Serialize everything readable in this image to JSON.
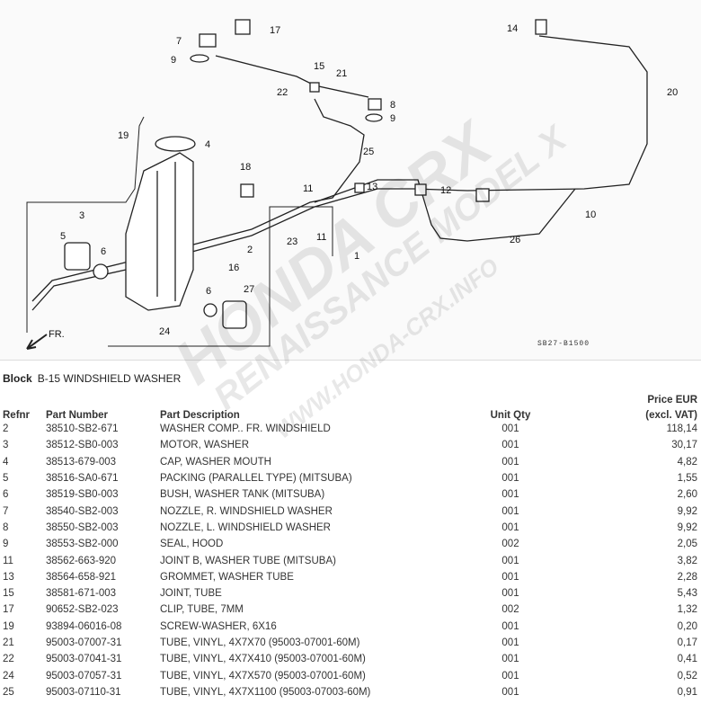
{
  "diagram": {
    "code": "SB27-B1500",
    "front_label": "FR.",
    "callouts": [
      "17",
      "7",
      "9",
      "14",
      "15",
      "21",
      "22",
      "20",
      "8",
      "9",
      "19",
      "4",
      "25",
      "18",
      "13",
      "12",
      "11",
      "3",
      "2",
      "23",
      "11",
      "10",
      "26",
      "5",
      "6",
      "1",
      "16",
      "6",
      "27",
      "24"
    ],
    "watermark": [
      "HONDA CRX",
      "RENAISSANCE MODEL X",
      "WWW.HONDA-CRX.INFO"
    ]
  },
  "block": {
    "label": "Block",
    "name": "B-15 WINDSHIELD WASHER"
  },
  "table": {
    "headers": {
      "refnr": "Refnr",
      "part_number": "Part Number",
      "description": "Part Description",
      "qty": "Unit Qty",
      "price_line1": "Price EUR",
      "price_line2": "(excl. VAT)"
    },
    "rows": [
      [
        "2",
        "38510-SB2-671",
        "WASHER COMP.. FR. WINDSHIELD",
        "001",
        "118,14"
      ],
      [
        "3",
        "38512-SB0-003",
        "MOTOR, WASHER",
        "001",
        "30,17"
      ],
      [
        "4",
        "38513-679-003",
        "CAP, WASHER MOUTH",
        "001",
        "4,82"
      ],
      [
        "5",
        "38516-SA0-671",
        "PACKING (PARALLEL TYPE) (MITSUBA)",
        "001",
        "1,55"
      ],
      [
        "6",
        "38519-SB0-003",
        "BUSH, WASHER TANK (MITSUBA)",
        "001",
        "2,60"
      ],
      [
        "7",
        "38540-SB2-003",
        "NOZZLE, R. WINDSHIELD WASHER",
        "001",
        "9,92"
      ],
      [
        "8",
        "38550-SB2-003",
        "NOZZLE, L. WINDSHIELD WASHER",
        "001",
        "9,92"
      ],
      [
        "9",
        "38553-SB2-000",
        "SEAL, HOOD",
        "002",
        "2,05"
      ],
      [
        "11",
        "38562-663-920",
        "JOINT B, WASHER TUBE (MITSUBA)",
        "001",
        "3,82"
      ],
      [
        "13",
        "38564-658-921",
        "GROMMET, WASHER TUBE",
        "001",
        "2,28"
      ],
      [
        "15",
        "38581-671-003",
        "JOINT, TUBE",
        "001",
        "5,43"
      ],
      [
        "17",
        "90652-SB2-023",
        "CLIP, TUBE, 7MM",
        "002",
        "1,32"
      ],
      [
        "19",
        "93894-06016-08",
        "SCREW-WASHER, 6X16",
        "001",
        "0,20"
      ],
      [
        "21",
        "95003-07007-31",
        "TUBE, VINYL, 4X7X70 (95003-07001-60M)",
        "001",
        "0,17"
      ],
      [
        "22",
        "95003-07041-31",
        "TUBE, VINYL, 4X7X410 (95003-07001-60M)",
        "001",
        "0,41"
      ],
      [
        "24",
        "95003-07057-31",
        "TUBE, VINYL, 4X7X570 (95003-07001-60M)",
        "001",
        "0,52"
      ],
      [
        "25",
        "95003-07110-31",
        "TUBE, VINYL, 4X7X1100 (95003-07003-60M)",
        "001",
        "0,91"
      ]
    ]
  }
}
